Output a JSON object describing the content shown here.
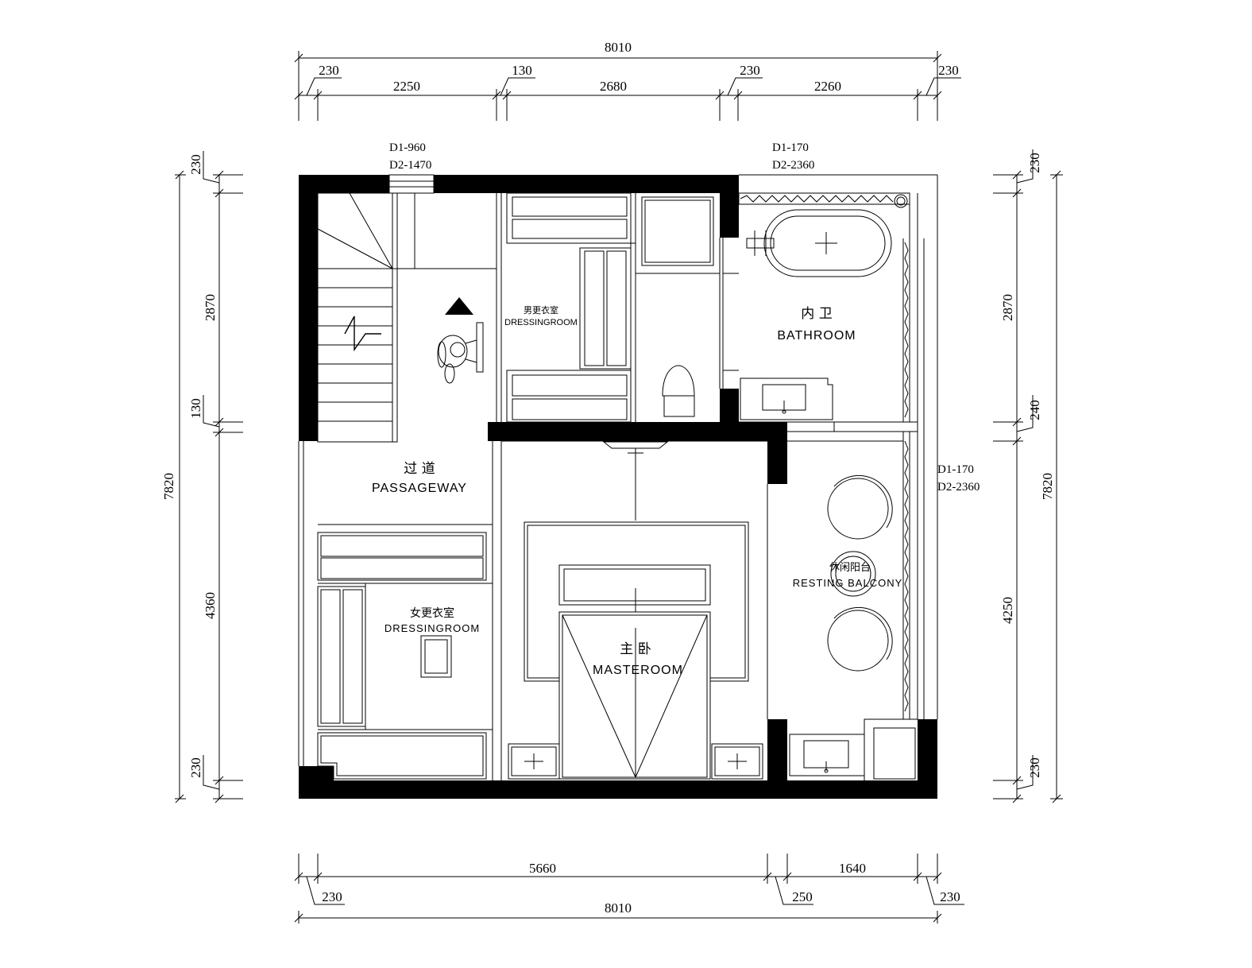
{
  "dimensions": {
    "top_total": "8010",
    "top_segments": [
      "230",
      "2250",
      "130",
      "2680",
      "230",
      "2260",
      "230"
    ],
    "bottom_total": "8010",
    "bottom_segments": [
      "5660",
      "1640"
    ],
    "bottom_small": [
      "230",
      "250",
      "230"
    ],
    "left_total": "7820",
    "left_segments": [
      "230",
      "2870",
      "130",
      "4360",
      "230"
    ],
    "right_total": "7820",
    "right_segments": [
      "230",
      "2870",
      "240",
      "4250",
      "230"
    ]
  },
  "window_notes": {
    "top_left": [
      "D1-960",
      "D2-1470"
    ],
    "top_right": [
      "D1-170",
      "D2-2360"
    ],
    "right": [
      "D1-170",
      "D2-2360"
    ]
  },
  "rooms": {
    "mens_dressing": {
      "cn": "男更衣室",
      "en": "DRESSINGROOM"
    },
    "bathroom": {
      "cn": "内 卫",
      "en": "BATHROOM"
    },
    "passageway": {
      "cn": "过 道",
      "en": "PASSAGEWAY"
    },
    "womens_dressing": {
      "cn": "女更衣室",
      "en": "DRESSINGROOM"
    },
    "master": {
      "cn": "主 卧",
      "en": "MASTEROOM"
    },
    "balcony": {
      "cn": "休闲阳台",
      "en": "RESTING BALCONY"
    }
  }
}
